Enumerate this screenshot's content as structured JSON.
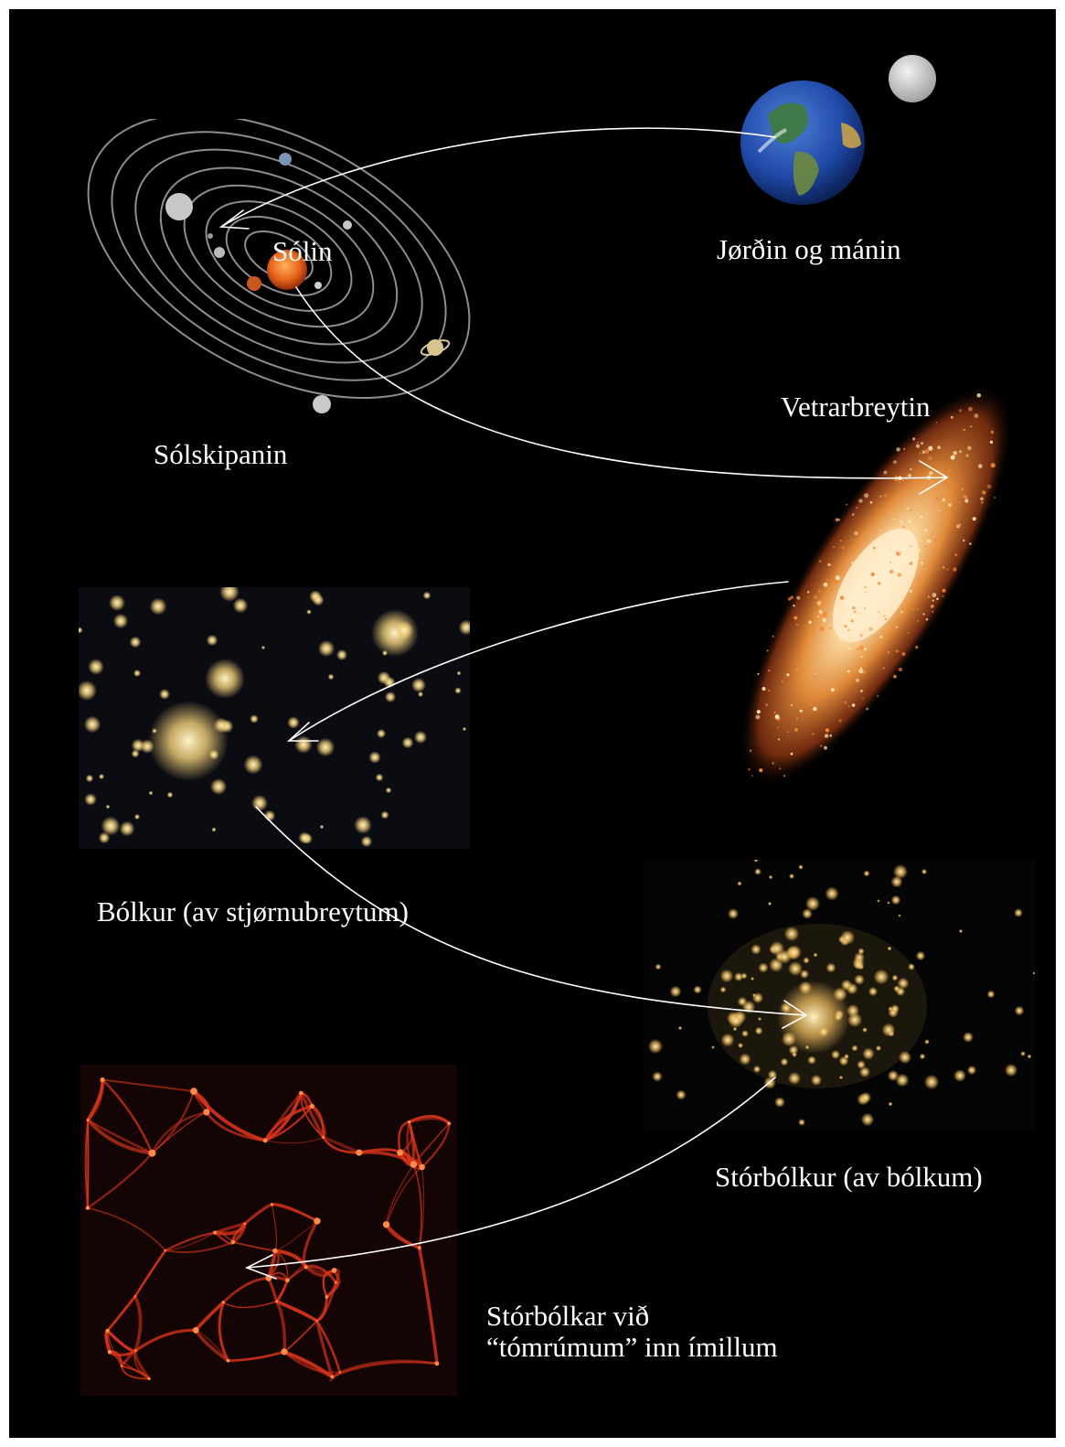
{
  "labels": {
    "sun": "Sólin",
    "earth_moon": "Jørðin og mánin",
    "solar_system": "Sólskipanin",
    "galaxy": "Vetrarbreytin",
    "cluster": "Bólkur (av stjørnubreytum)",
    "supercluster": "Stórbólkur (av bólkum)",
    "web_line1": "Stórbólkar við",
    "web_line2": "“tómrúmum” inn ímillum"
  },
  "colors": {
    "background": "#000000",
    "text": "#ffffff",
    "arrow": "#ffffff",
    "sun": "#e8631c",
    "earth_ocean": "#1f4aa8",
    "moon": "#cfcfcf",
    "galaxy_core": "#ffe6b0",
    "galaxy_arm": "#c8611c",
    "cluster_glow": "#f3d27a",
    "web": "#d9341b"
  }
}
